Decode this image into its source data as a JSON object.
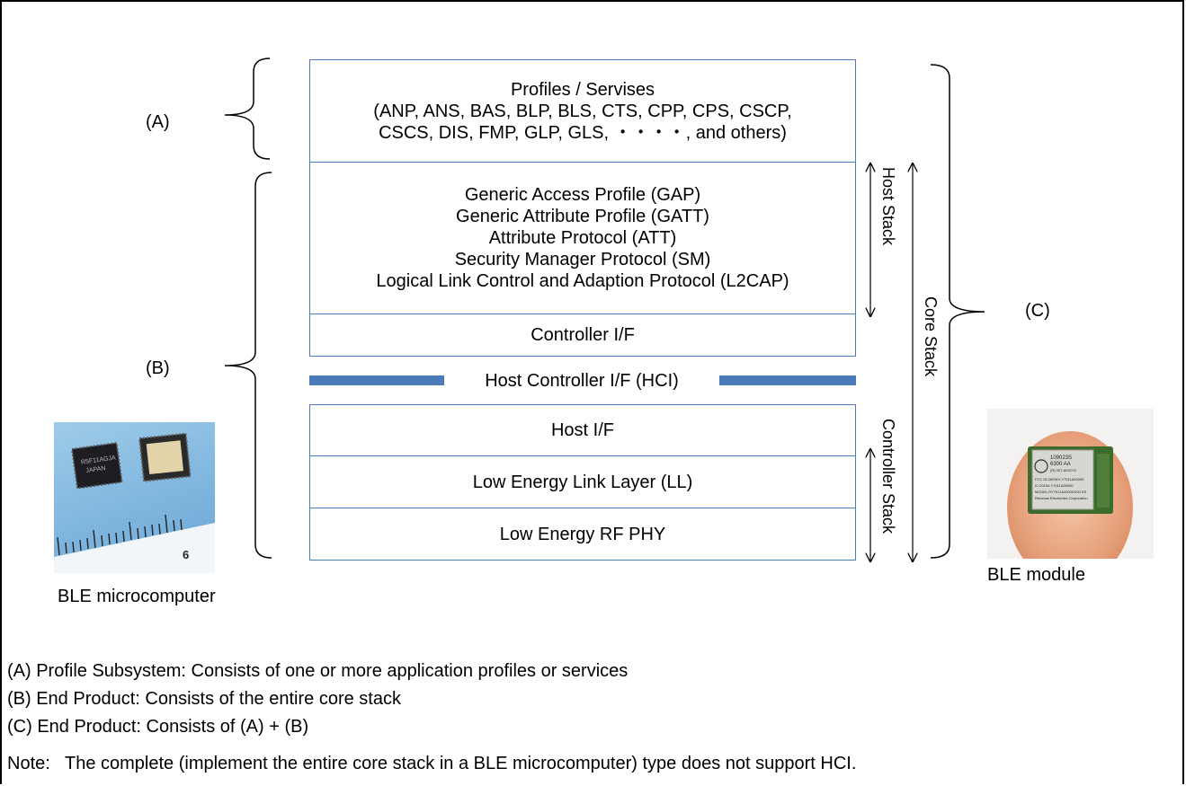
{
  "profiles_block": {
    "lines": [
      "Profiles / Servises",
      "(ANP, ANS, BAS, BLP, BLS, CTS, CPP, CPS, CSCP,",
      "CSCS, DIS, FMP, GLP, GLS, ・・・・, and others)"
    ]
  },
  "host_protocols_block": {
    "lines": [
      "Generic Access Profile (GAP)",
      "Generic Attribute Profile (GATT)",
      "Attribute Protocol (ATT)",
      "Security Manager Protocol (SM)",
      "Logical Link Control and Adaption Protocol (L2CAP)"
    ]
  },
  "controller_if": "Controller I/F",
  "hci": "Host Controller I/F (HCI)",
  "host_if": "Host I/F",
  "link_layer": "Low Energy Link Layer (LL)",
  "rf_phy": "Low Energy RF PHY",
  "brace_labels": {
    "a": "(A)",
    "b": "(B)",
    "c": "(C)"
  },
  "vertical_labels": {
    "host_stack": "Host Stack",
    "controller_stack": "Controller Stack",
    "core_stack": "Core Stack"
  },
  "captions": {
    "microcomputer": "BLE microcomputer",
    "module": "BLE module"
  },
  "chip_text": {
    "line1": "R5F11AGJA",
    "line2": "JAPAN",
    "ruler_number": "6"
  },
  "module_text": [
    "109023S",
    "6300 AA",
    "(R) 007-AE0070",
    "FCC ID:2AEMX-Y7011A00000",
    "IC:20154-Y7011A00000",
    "MODEL:RY7011A0000DZ00 ES",
    "Renesas Electronics Corporation"
  ],
  "notes": [
    "(A) Profile Subsystem: Consists of one or more application profiles or services",
    "(B) End Product: Consists of the entire core stack",
    "(C) End Product: Consists of (A) + (B)"
  ],
  "note_line": {
    "label": "Note:",
    "text": "The complete (implement the entire core stack in a BLE microcomputer) type does not support HCI."
  },
  "colors": {
    "accent": "#4a7ab8",
    "text": "#000000"
  }
}
